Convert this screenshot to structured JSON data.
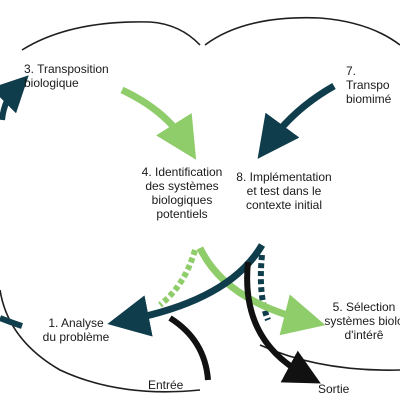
{
  "steps": {
    "s1": "1. Analyse\ndu problème",
    "s3": "3. Transposition\nbiologique",
    "s4": "4. Identification\ndes systèmes\nbiologiques\npotentiels",
    "s5": "5. Sélection\nsystèmes biolo\nd'intérê",
    "s7": "7. Transpo\nbiomimé",
    "s8": "8. Implémentation\net test dans le\ncontexte initial"
  },
  "io": {
    "entry": "Entrée",
    "exit": "Sortie"
  },
  "colors": {
    "dark_teal": "#0f3d4c",
    "light_green": "#8fcc6a",
    "circle_line": "#1f1f1f",
    "arrow_black": "#111111"
  }
}
